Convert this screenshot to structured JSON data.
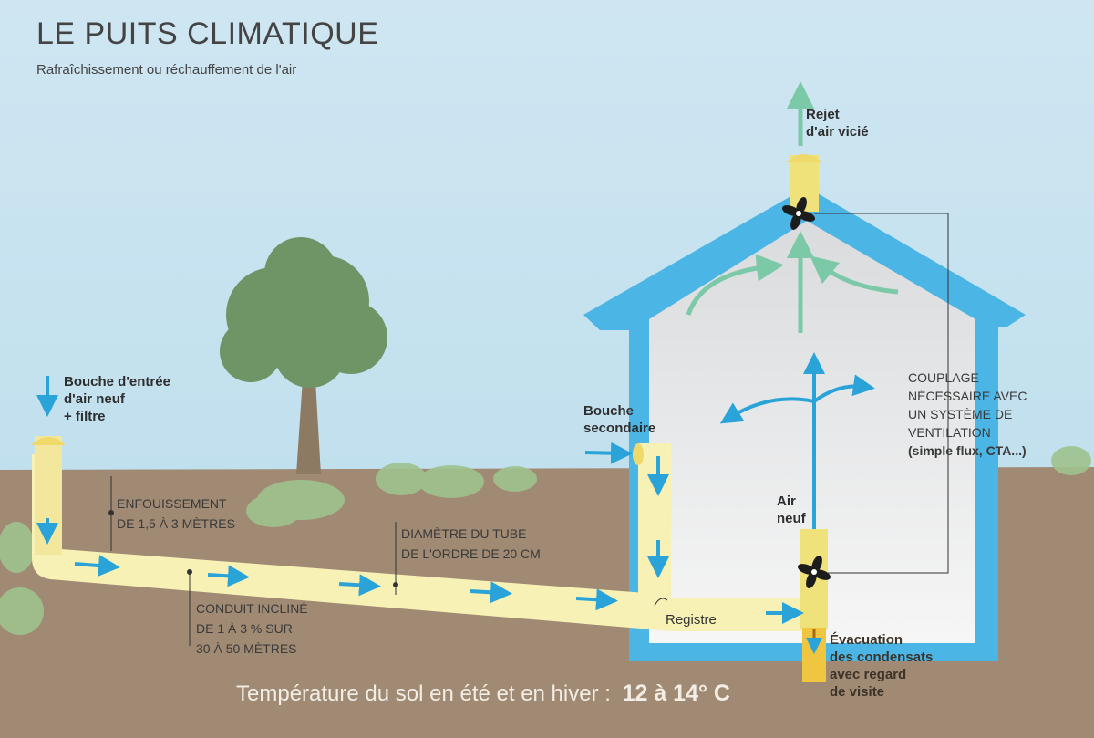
{
  "title": "LE PUITS CLIMATIQUE",
  "subtitle": "Rafraîchissement ou réchauffement de l'air",
  "labels": {
    "entry": [
      "Bouche d'entrée",
      "d'air neuf",
      "+ filtre"
    ],
    "burial": [
      "ENFOUISSEMENT",
      "DE 1,5 À 3 MÈTRES"
    ],
    "diameter": [
      "DIAMÈTRE DU TUBE",
      "DE L'ORDRE DE 20 CM"
    ],
    "conduit": [
      "CONDUIT INCLINÉ",
      "DE 1 À 3 % SUR",
      "30 À 50 MÈTRES"
    ],
    "secondary": [
      "Bouche",
      "secondaire"
    ],
    "register": "Registre",
    "fresh_air": [
      "Air",
      "neuf"
    ],
    "exhaust": [
      "Rejet",
      "d'air vicié"
    ],
    "coupling": [
      "COUPLAGE",
      "NÉCESSAIRE AVEC",
      "UN SYSTÈME DE",
      "VENTILATION"
    ],
    "coupling_note": "(simple flux, CTA...)",
    "evacuation": [
      "Évacuation",
      "des condensats",
      "avec regard",
      "de visite"
    ]
  },
  "bottom": {
    "text": "Température du sol en été et en hiver :",
    "value": "12 à 14° C"
  },
  "colors": {
    "sky": "#c9e3f0",
    "ground": "#a08a73",
    "house_wall": "#4bb6e6",
    "pipe": "#f7f1b5",
    "arrow_blue": "#2aa3d8",
    "arrow_green": "#7cc9a8",
    "tree": "#6f9466",
    "trunk": "#8c7a63",
    "drain": "#f0c640"
  }
}
